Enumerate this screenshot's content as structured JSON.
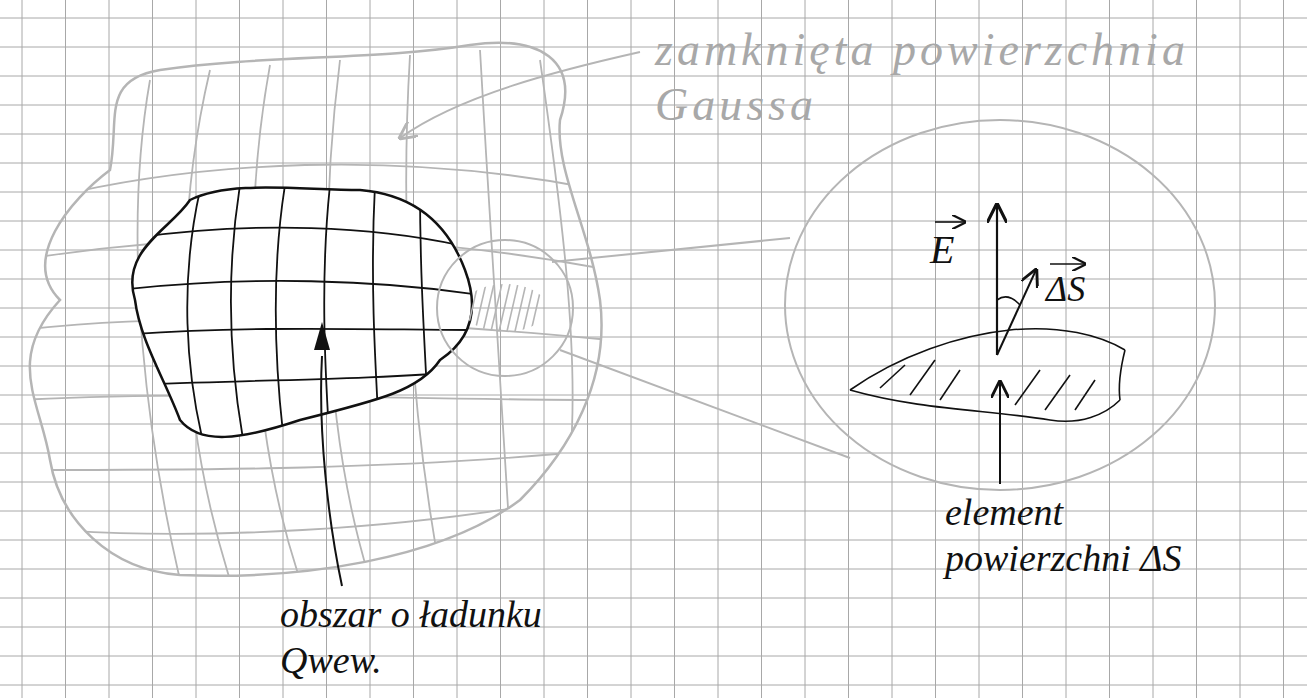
{
  "diagram": {
    "labels": [
      "zamknięta powierzchnia Gaussa",
      "E",
      "ΔS",
      "obszar o ładunku Qwew.",
      "element powierzchni ΔS"
    ]
  }
}
